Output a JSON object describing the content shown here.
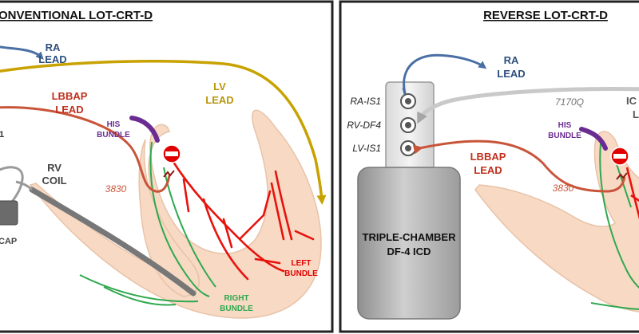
{
  "left_panel": {
    "title": "ONVENTIONAL LOT-CRT-D",
    "ra_lead": [
      "RA",
      "LEAD"
    ],
    "lv_lead": [
      "LV",
      "LEAD"
    ],
    "lbbap_lead": [
      "LBBAP",
      "LEAD"
    ],
    "his_bundle": [
      "HIS",
      "BUNDLE"
    ],
    "rv_coil": [
      "RV",
      "COIL"
    ],
    "lead_model": "3830",
    "cap_label": "CAP",
    "left_bundle": [
      "LEFT",
      "BUNDLE"
    ],
    "right_bundle": [
      "RIGHT",
      "BUNDLE"
    ],
    "partial_label": "1"
  },
  "right_panel": {
    "title": "REVERSE LOT-CRT-D",
    "ra_lead": [
      "RA",
      "LEAD"
    ],
    "ports": [
      "RA-IS1",
      "RV-DF4",
      "LV-IS1"
    ],
    "icd_lead_model": "7170Q",
    "icd_partial": [
      "IC",
      "L"
    ],
    "his_bundle": [
      "HIS",
      "BUNDLE"
    ],
    "lbbap_lead": [
      "LBBAP",
      "LEAD"
    ],
    "lead_model": "3830",
    "device": [
      "TRIPLE-CHAMBER",
      "DF-4 ICD"
    ]
  },
  "colors": {
    "ra_lead": "#4a6fa5",
    "lv_lead": "#c8a200",
    "lbbap_lead": "#c8553a",
    "his_purple": "#6a2c91",
    "conduction_red": "#e8120c",
    "right_bundle_green": "#2fa84f",
    "lead_gray": "#9a9a9a",
    "heart_fill": "#f7d9c4",
    "label_dark": "#333333"
  }
}
